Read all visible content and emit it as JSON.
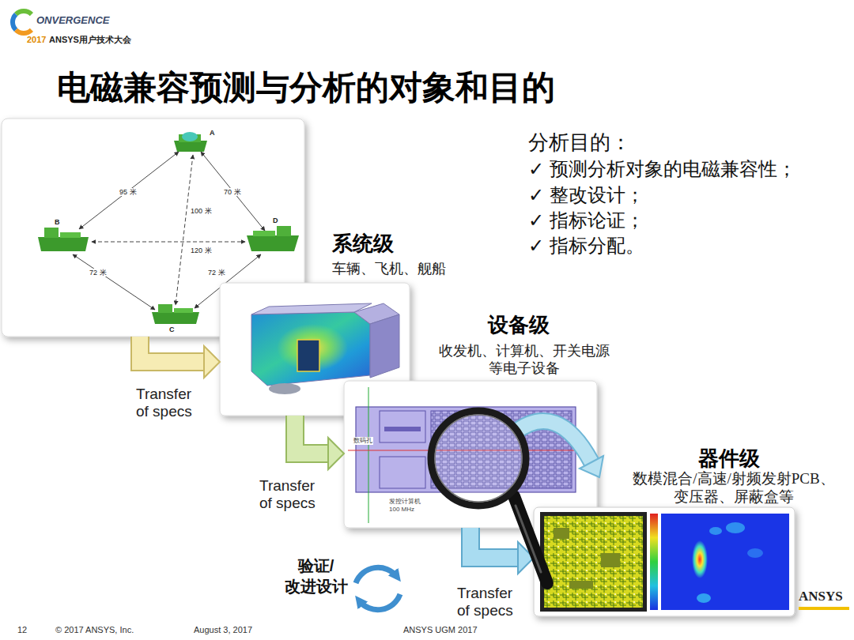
{
  "diagram": {
    "title": "电磁兼容预测与分析的对象和目的",
    "nodes": [
      {
        "text": [
          "系统级",
          "车辆、飞机、舰船"
        ]
      },
      {
        "text": [
          "设备级",
          "收发机、计算机、开关电源 等电子设备"
        ]
      },
      {
        "text": [
          "数码孔",
          "发控计算机 100 MHz"
        ]
      },
      {
        "text": [
          "器件级",
          "数模混合/高速/射频发射PCB、 变压器、屏蔽盒等"
        ]
      }
    ],
    "edges": [
      {
        "from": 0,
        "to": 1,
        "label": "Transfer of specs",
        "arrow": "to"
      },
      {
        "from": 1,
        "to": 2,
        "label": "Transfer of specs",
        "arrow": "to"
      },
      {
        "from": 2,
        "to": 3,
        "label": "Transfer of specs",
        "arrow": "to"
      }
    ],
    "labels": [
      "ONVERGENCE",
      "2017",
      "ANSYS用户技术大会",
      "分析目的：",
      "✓ 预测分析对象的电磁兼容性；",
      "✓ 整改设计；",
      "✓ 指标论证；",
      "✓ 指标分配。",
      "A",
      "B",
      "D",
      "C",
      "95 米",
      "70 米",
      "100 米",
      "120 米",
      "72 米",
      "72 米",
      "验证/ 改进设计",
      "12",
      "© 2017 ANSYS, Inc.",
      "August 3, 2017",
      "ANSYS UGM 2017",
      "ANSYS"
    ]
  }
}
